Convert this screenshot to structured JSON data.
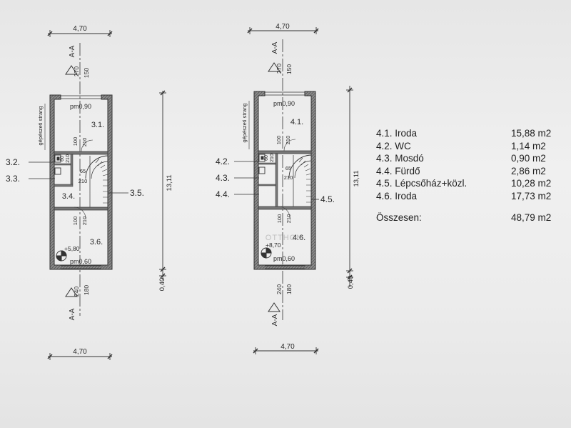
{
  "plan_left": {
    "dim_width_top": "4,70",
    "dim_width_bottom": "4,70",
    "dim_height": "13,11",
    "dim_gap": "0,40",
    "section_top": "A-A",
    "section_bottom": "A-A",
    "sec_top_270": "270",
    "sec_top_150": "150",
    "sec_bot_240": "240",
    "sec_bot_180": "180",
    "riser_label": "gépészeti strang",
    "pm_top": "pm0,90",
    "pm_bottom": "pm0,60",
    "level": "+5,80",
    "rooms": [
      "3.1.",
      "3.4.",
      "3.6."
    ],
    "callouts": [
      "3.2.",
      "3.3.",
      "3.5."
    ],
    "door_labels": [
      "100",
      "210",
      "65",
      "210",
      "100",
      "210",
      "60",
      "210"
    ]
  },
  "plan_right": {
    "dim_width_top": "4,70",
    "dim_width_bottom": "4,70",
    "dim_height": "13,11",
    "dim_gap": "0,40",
    "section_top": "A-A",
    "section_bottom": "A-A",
    "sec_top_270": "270",
    "sec_top_150": "150",
    "sec_bot_240": "240",
    "sec_bot_180": "180",
    "riser_label": "gépészeti strang",
    "pm_top": "pm0,90",
    "pm_bottom": "pm0,60",
    "level": "+8,70",
    "rooms": [
      "4.1.",
      "4.6."
    ],
    "callouts": [
      "4.2.",
      "4.3.",
      "4.4.",
      "4.5."
    ],
    "door_labels": [
      "100",
      "210",
      "65",
      "210",
      "100",
      "210",
      "60",
      "210"
    ]
  },
  "watermark": "OTTHON",
  "legend": {
    "rows": [
      {
        "name": "4.1. Iroda",
        "area": "15,88 m2"
      },
      {
        "name": "4.2. WC",
        "area": "1,14 m2"
      },
      {
        "name": "4.3. Mosdó",
        "area": "0,90 m2"
      },
      {
        "name": "4.4. Fürdő",
        "area": "2,86 m2"
      },
      {
        "name": "4.5. Lépcsőház+közl.",
        "area": "10,28 m2"
      },
      {
        "name": "4.6. Iroda",
        "area": "17,73 m2"
      }
    ],
    "total_label": "Összesen:",
    "total_area": "48,79 m2"
  }
}
